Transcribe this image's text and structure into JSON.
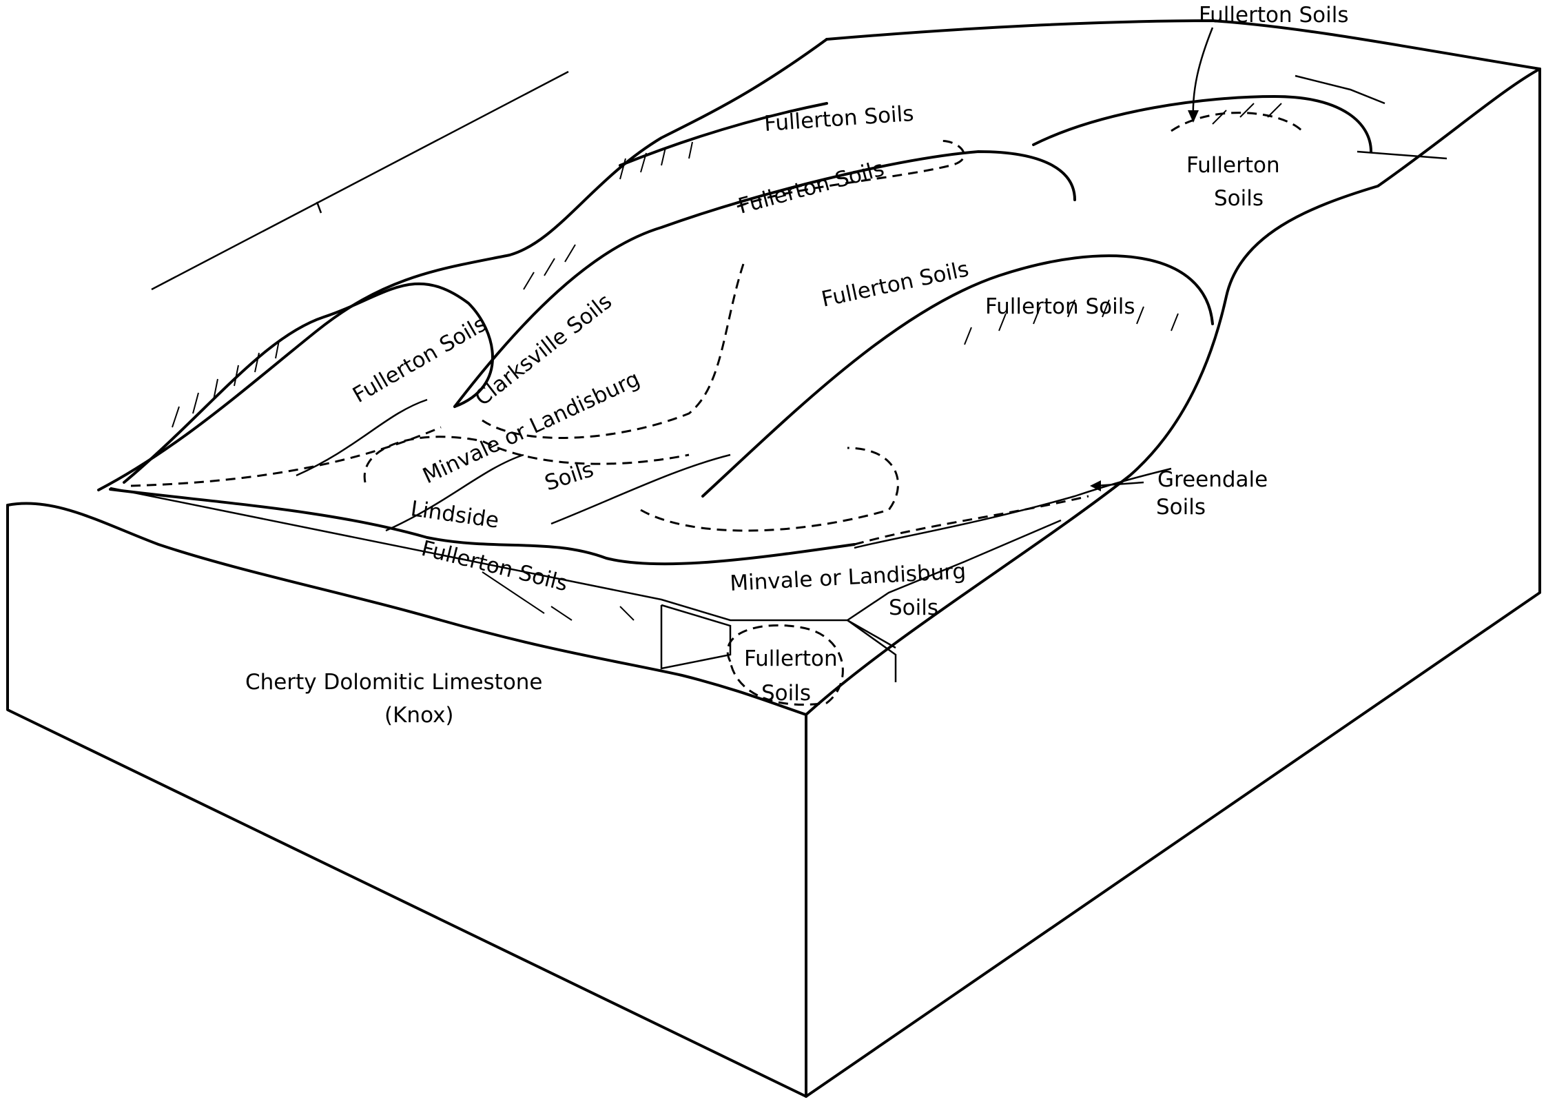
{
  "labels": {
    "fullerton_top_right": "Fullerton Soils",
    "fullerton_back_ridge": "Fullerton Soils",
    "fullerton_ridge_crest": "Fullerton Soils",
    "fullerton_right_knob_1": "Fullerton",
    "fullerton_right_knob_2": "Soils",
    "fullerton_middle": "Fullerton Soils",
    "fullerton_front_ridge": "Fullerton Soils",
    "fullerton_left_ridge": "Fullerton Soils",
    "clarksville": "Clarksville Soils",
    "minvale_upper_1": "Minvale or Landisburg",
    "minvale_upper_2": "Soils",
    "lindside": "Lindside",
    "fullerton_lower_slope": "Fullerton Soils",
    "minvale_lower_1": "Minvale or Landisburg",
    "minvale_lower_2": "Soils",
    "fullerton_sink_1": "Fullerton",
    "fullerton_sink_2": "Soils",
    "greendale_1": "Greendale",
    "greendale_2": "Soils",
    "bedrock_1": "Cherty Dolomitic Limestone",
    "bedrock_2": "(Knox)"
  }
}
